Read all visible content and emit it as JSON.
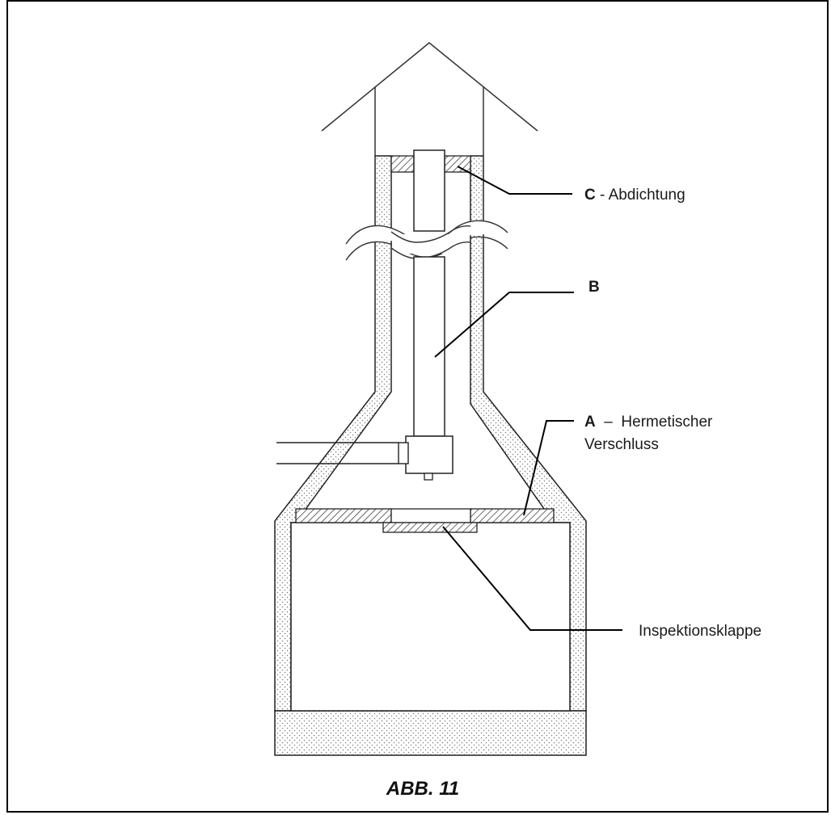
{
  "labels": {
    "c_key": "C",
    "c_text": " - Abdichtung",
    "b_key": "B",
    "a_key": "A",
    "a_text_line1": "  –  Hermetischer",
    "a_text_line2": "Verschluss",
    "inspection": "Inspektionsklappe"
  },
  "caption": "ABB. 11"
}
